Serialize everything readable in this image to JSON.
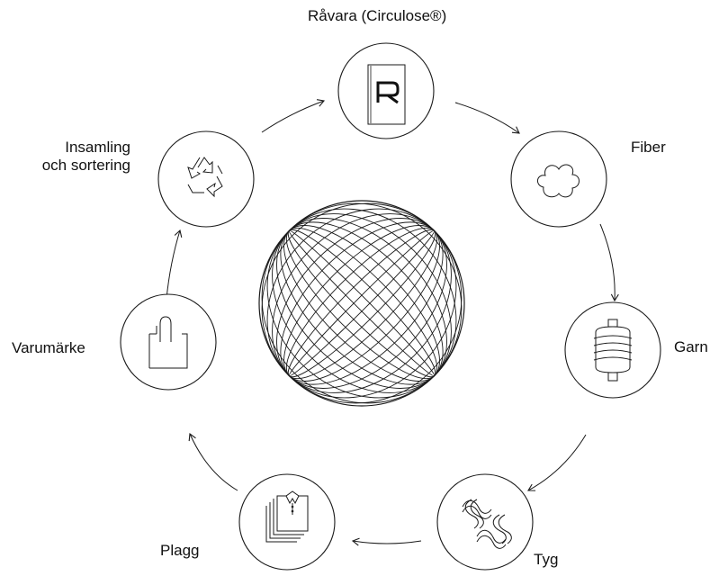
{
  "diagram": {
    "stages": [
      {
        "id": "raw-material",
        "label": "Råvara (Circulose®)",
        "icon": "circulose-r-icon"
      },
      {
        "id": "fiber",
        "label": "Fiber",
        "icon": "fiber-cloud-icon"
      },
      {
        "id": "yarn",
        "label": "Garn",
        "icon": "yarn-spool-icon"
      },
      {
        "id": "fabric",
        "label": "Tyg",
        "icon": "fabric-weave-icon"
      },
      {
        "id": "garment",
        "label": "Plagg",
        "icon": "garment-shirt-icon"
      },
      {
        "id": "brand",
        "label": "Varumärke",
        "icon": "shopping-bag-icon"
      },
      {
        "id": "collection",
        "label": "Insamling och sortering",
        "label_lines": [
          "Insamling",
          "och sortering"
        ],
        "icon": "recycle-icon"
      }
    ],
    "flow": "clockwise"
  },
  "colors": {
    "stroke": "#1a1a1a",
    "background": "#ffffff"
  }
}
